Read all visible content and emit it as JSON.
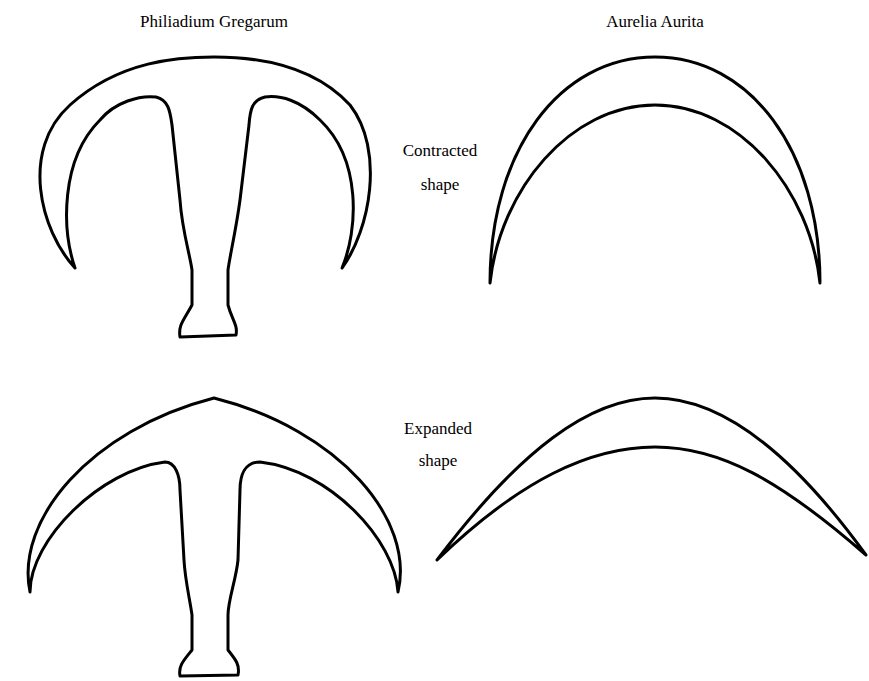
{
  "diagram": {
    "labels": [
      "Philiadium Gregarum",
      "Aurelia Aurita",
      "Contracted shape",
      "Expanded shape"
    ]
  }
}
